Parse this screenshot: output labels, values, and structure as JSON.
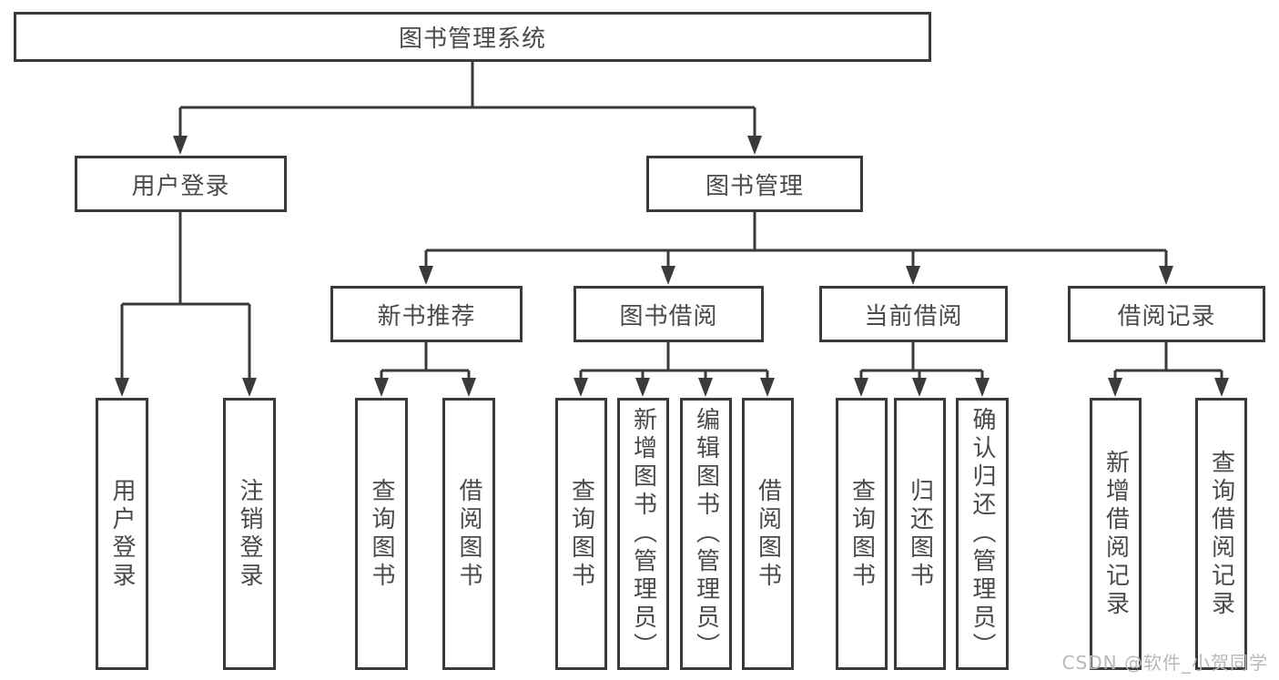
{
  "diagram": {
    "root": {
      "label": "图书管理系统",
      "children": [
        {
          "label": "用户登录",
          "children": [
            {
              "label": "用户登录"
            },
            {
              "label": "注销登录"
            }
          ]
        },
        {
          "label": "图书管理",
          "children": [
            {
              "label": "新书推荐",
              "children": [
                {
                  "label": "查询图书"
                },
                {
                  "label": "借阅图书"
                }
              ]
            },
            {
              "label": "图书借阅",
              "children": [
                {
                  "label": "查询图书"
                },
                {
                  "label": "新增图书（管理员）"
                },
                {
                  "label": "编辑图书（管理员）"
                },
                {
                  "label": "借阅图书"
                }
              ]
            },
            {
              "label": "当前借阅",
              "children": [
                {
                  "label": "查询图书"
                },
                {
                  "label": "归还图书"
                },
                {
                  "label": "确认归还（管理员）"
                }
              ]
            },
            {
              "label": "借阅记录",
              "children": [
                {
                  "label": "新增借阅记录"
                },
                {
                  "label": "查询借阅记录"
                }
              ]
            }
          ]
        }
      ]
    }
  },
  "watermark": {
    "text": "CSDN @软件_小贺同学"
  },
  "colors": {
    "line": "#3a3a3c",
    "box_border": "#3a3a3c",
    "text": "#4a4a4c",
    "watermark": "#b8b8b8",
    "background": "#ffffff"
  }
}
